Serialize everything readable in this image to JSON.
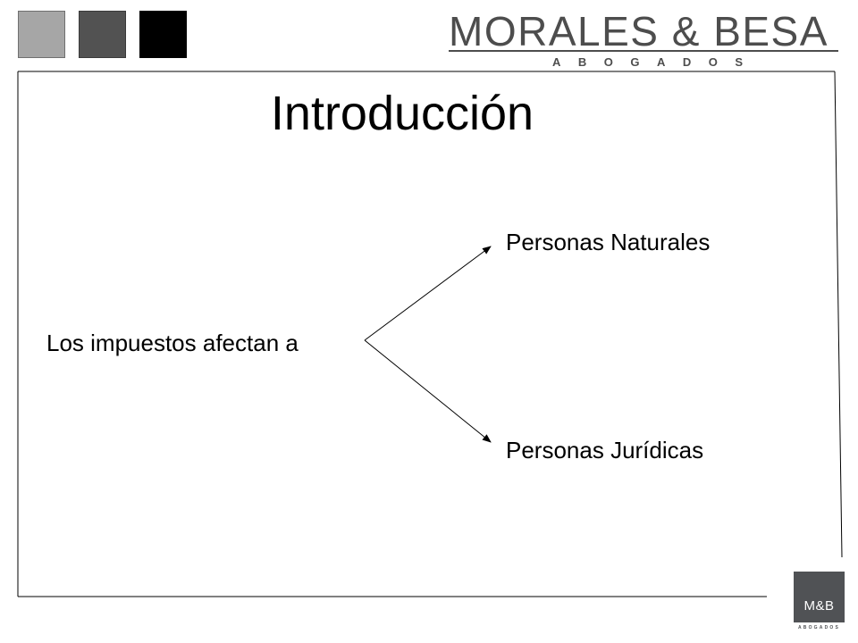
{
  "slide": {
    "title": "Introducción",
    "source_label": "Los impuestos afectan a",
    "targets": [
      "Personas Naturales",
      "Personas Jurídicas"
    ]
  },
  "logo": {
    "name": "MORALES & BESA",
    "tagline": "ABOGADOS"
  },
  "badge": {
    "text": "M&B",
    "sub": "ABOGADOS"
  },
  "colors": {
    "logo_gray": "#4d4d4d",
    "badge_gray": "#505255",
    "square_light": "#a6a6a6",
    "square_mid": "#525252",
    "square_dark": "#000000"
  },
  "icons": [
    "decorative-square",
    "arrow-icon"
  ]
}
